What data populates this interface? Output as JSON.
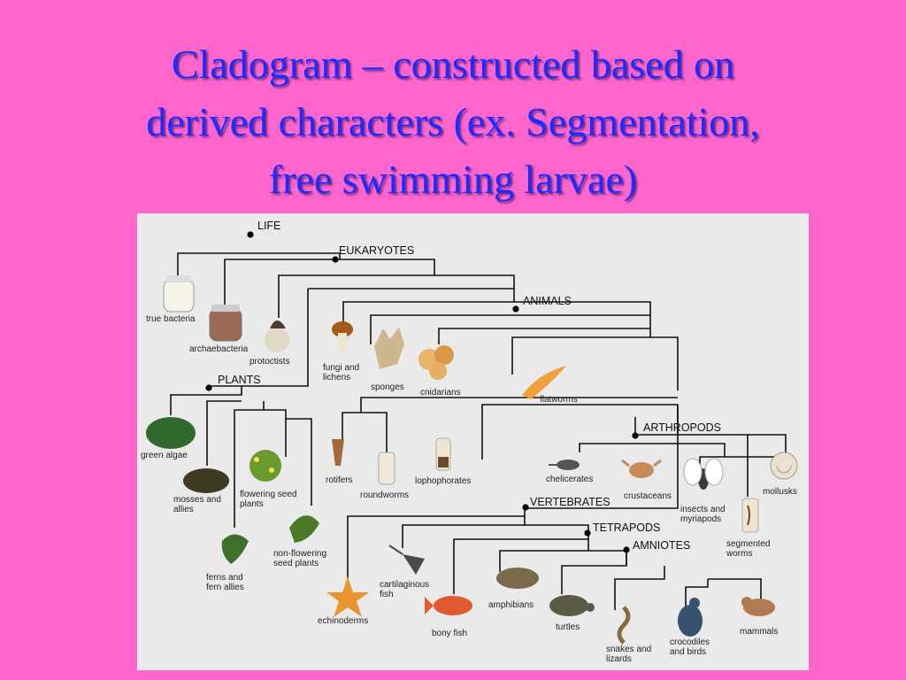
{
  "title": {
    "line1": "Cladogram – constructed based on",
    "line2": "derived characters (ex. Segmentation,",
    "line3": "free swimming larvae)"
  },
  "clades": {
    "life": "LIFE",
    "eukaryotes": "EUKARYOTES",
    "animals": "ANIMALS",
    "plants": "PLANTS",
    "arthropods": "ARTHROPODS",
    "vertebrates": "VERTEBRATES",
    "tetrapods": "TETRAPODS",
    "amniotes": "AMNIOTES"
  },
  "taxa": {
    "true_bacteria": "true bacteria",
    "archaebacteria": "archaebacteria",
    "protoctists": "protoctists",
    "fungi_1": "fungi and",
    "fungi_2": "lichens",
    "sponges": "sponges",
    "cnidarians": "cnidarians",
    "flatworms": "flatworms",
    "green_algae": "green algae",
    "mosses_1": "mosses and",
    "mosses_2": "allies",
    "ferns_1": "ferns and",
    "ferns_2": "fern allies",
    "flowering_1": "flowering seed",
    "flowering_2": "plants",
    "nonflowering_1": "non-flowering",
    "nonflowering_2": "seed plants",
    "rotifers": "rotifers",
    "roundworms": "roundworms",
    "lophophorates": "lophophorates",
    "chelicerates": "chelicerates",
    "crustaceans": "crustaceans",
    "insects_1": "insects and",
    "insects_2": "myriapods",
    "mollusks": "mollusks",
    "segmented_1": "segmented",
    "segmented_2": "worms",
    "echinoderms": "echinoderms",
    "cartilaginous_1": "cartilaginous",
    "cartilaginous_2": "fish",
    "bony_fish": "bony fish",
    "amphibians": "amphibians",
    "turtles": "turtles",
    "snakes_1": "snakes and",
    "snakes_2": "lizards",
    "crocodiles_1": "crocodiles",
    "crocodiles_2": "and birds",
    "mammals": "mammals"
  }
}
